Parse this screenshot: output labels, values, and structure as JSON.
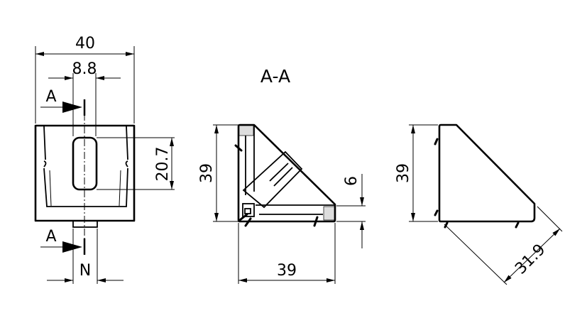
{
  "title": "A-A",
  "front_view": {
    "dim_width": "40",
    "dim_slot_width": "8.8",
    "dim_slot_height": "20.7",
    "dim_tab": "N",
    "section_label_top": "A",
    "section_label_bottom": "A"
  },
  "section_view": {
    "dim_height": "39",
    "dim_width": "39",
    "dim_thickness": "6"
  },
  "side_view": {
    "dim_height": "39",
    "dim_diagonal": "31.9"
  }
}
